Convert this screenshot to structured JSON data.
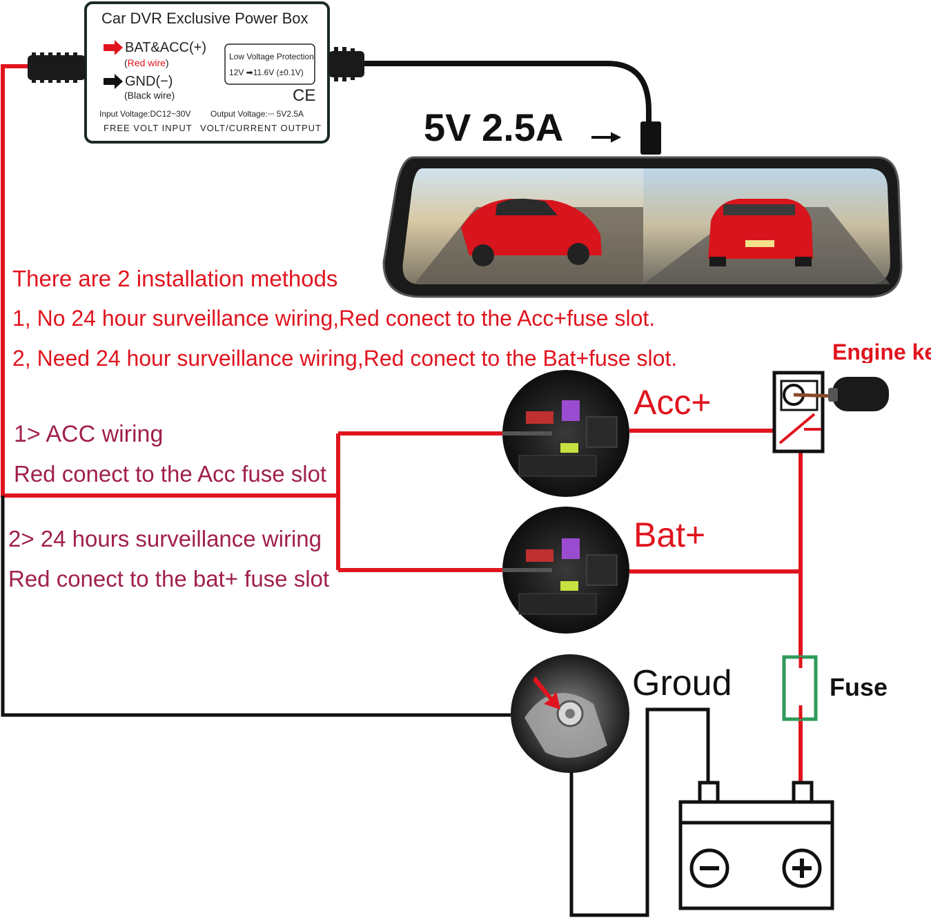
{
  "power_box": {
    "title": "Car DVR Exclusive Power Box",
    "bat_acc": "BAT&ACC(+)",
    "red_wire": "Red wire",
    "gnd": "GND(−)",
    "black_wire": "(Black wire)",
    "protection_title": "Low Voltage Protection",
    "protection_value": "12V ➡11.6V (±0.1V)",
    "ce_mark": "CE",
    "input_voltage": "Input Voltage:DC12~30V",
    "output_voltage": "Output Voltage:⎓ 5V2.5A",
    "free_volt": "FREE VOLT INPUT",
    "volt_current": "VOLT/CURRENT OUTPUT"
  },
  "output_rating": "5V 2.5A",
  "methods": {
    "heading": "There are 2 installation methods",
    "method1": "1, No 24 hour surveillance wiring,Red conect to the Acc+fuse slot.",
    "method2": "2, Need 24 hour surveillance wiring,Red conect to the Bat+fuse slot."
  },
  "acc_section": {
    "title": "1> ACC wiring",
    "desc": "Red conect to the Acc fuse slot"
  },
  "bat_section": {
    "title": "2> 24 hours surveillance wiring",
    "desc": "Red conect to the bat+ fuse slot"
  },
  "labels": {
    "acc": "Acc+",
    "bat": "Bat+",
    "ground": "Groud",
    "fuse": "Fuse",
    "engine_key": "Engine key",
    "minus": "−",
    "plus": "+"
  },
  "colors": {
    "wire_red": "#e0141e",
    "wire_black": "#111111",
    "text_maroon": "#a0204a",
    "fuse_green": "#2e9a5a"
  }
}
